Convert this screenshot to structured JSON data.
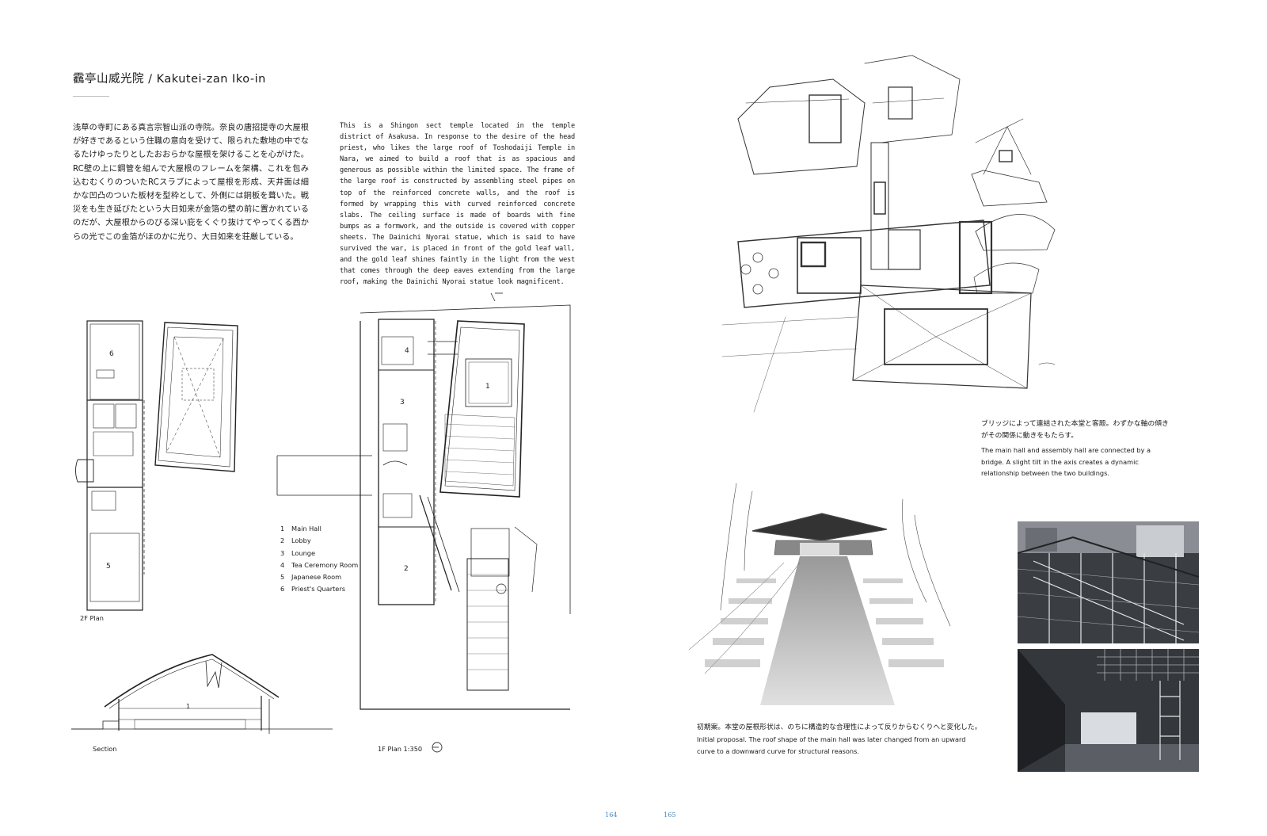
{
  "title": "靏亭山威光院 / Kakutei-zan Iko-in",
  "body_jp": "浅草の寺町にある真言宗智山派の寺院。奈良の唐招提寺の大屋根が好きであるという住職の意向を受けて、限られた敷地の中でなるたけゆったりとしたおおらかな屋根を架けることを心がけた。RC壁の上に鋼管を組んで大屋根のフレームを架構、これを包み込むむくりのついたRCスラブによって屋根を形成、天井面は細かな凹凸のついた板材を型枠として、外側には銅板を葺いた。戦災をも生き延びたという大日如来が金箔の壁の前に置かれているのだが、大屋根からのびる深い庇をくぐり抜けてやってくる西からの光でこの金箔がほのかに光り、大日如来を荘厳している。",
  "body_en": "This is a Shingon sect temple located in the temple district of Asakusa. In response to the desire of the head priest, who likes the large roof of Toshodaiji Temple in Nara, we aimed to build a roof that is as spacious and generous as possible within the limited space. The frame of the large roof is constructed by assembling steel pipes on top of the reinforced concrete walls, and the roof is formed by wrapping this with curved reinforced concrete slabs. The ceiling surface is made of boards with fine bumps as a formwork, and the outside is covered with copper sheets. The Dainichi Nyorai statue, which is said to have survived the war, is placed in front of the gold leaf wall, and the gold leaf shines faintly in the light from the west that comes through the deep eaves extending from the large roof, making the Dainichi Nyorai statue look magnificent.",
  "legend": [
    {
      "num": "1",
      "label": "Main Hall"
    },
    {
      "num": "2",
      "label": "Lobby"
    },
    {
      "num": "3",
      "label": "Lounge"
    },
    {
      "num": "4",
      "label": "Tea Ceremony Room"
    },
    {
      "num": "5",
      "label": "Japanese Room"
    },
    {
      "num": "6",
      "label": "Priest's Quarters"
    }
  ],
  "plan_labels": {
    "plan2f": "2F Plan",
    "section": "Section",
    "plan1f": "1F Plan 1:350"
  },
  "room_numbers": {
    "r1": "1",
    "r2": "2",
    "r3": "3",
    "r4": "4",
    "r5": "5",
    "r6": "6",
    "section_1": "1"
  },
  "captions": {
    "sketch_jp": "ブリッジによって連結された本堂と客殿。わずかな軸の傾きがその関係に動きをもたらす。",
    "sketch_en": "The main hall and assembly hall are connected by a bridge. A slight tilt in the axis creates a dynamic relationship between the two buildings.",
    "perspective_jp": "初期案。本堂の屋根形状は、のちに構造的な合理性によって反りからむくりへと変化した。",
    "perspective_en": "Initial proposal. The roof shape of the main hall was later changed from an upward curve to a downward curve for structural reasons."
  },
  "page_numbers": {
    "left": "164",
    "right": "165"
  }
}
